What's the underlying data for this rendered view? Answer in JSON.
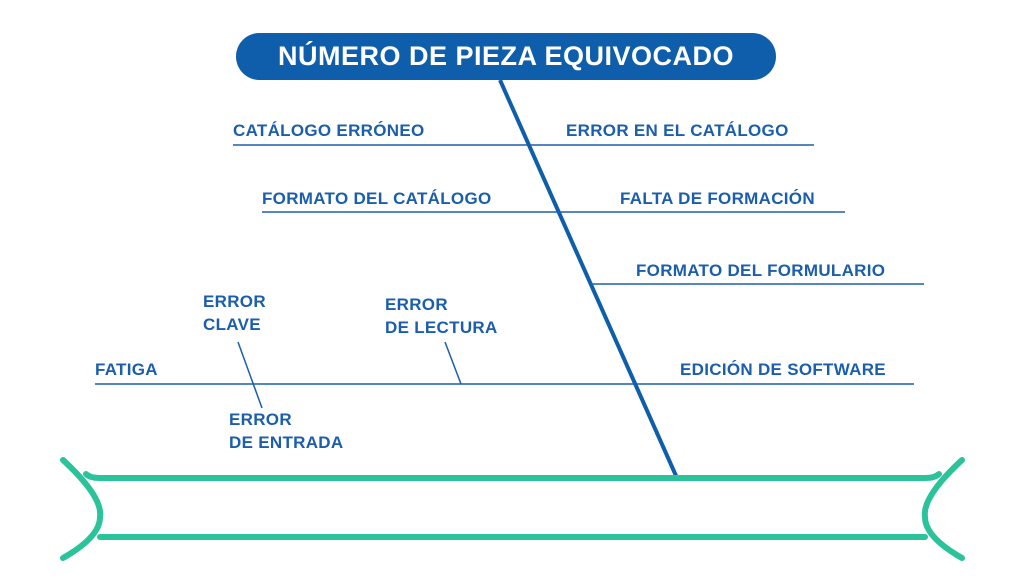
{
  "title": "NÚMERO DE PIEZA EQUIVOCADO",
  "colors": {
    "primary": "#0e5eac",
    "line": "#1b5eab",
    "bone": "#2bc39a",
    "background": "#ffffff"
  },
  "causes": {
    "catalogo_erroneo": "CATÁLOGO ERRÓNEO",
    "error_catalogo": "ERROR EN EL CATÁLOGO",
    "formato_catalogo": "FORMATO DEL CATÁLOGO",
    "falta_formacion": "FALTA DE FORMACIÓN",
    "formato_formulario": "FORMATO DEL FORMULARIO",
    "error_clave_1": "ERROR",
    "error_clave_2": "CLAVE",
    "error_lectura_1": "ERROR",
    "error_lectura_2": "DE LECTURA",
    "fatiga": "FATIGA",
    "edicion_software": "EDICIÓN DE SOFTWARE",
    "error_entrada_1": "ERROR",
    "error_entrada_2": "DE ENTRADA"
  }
}
